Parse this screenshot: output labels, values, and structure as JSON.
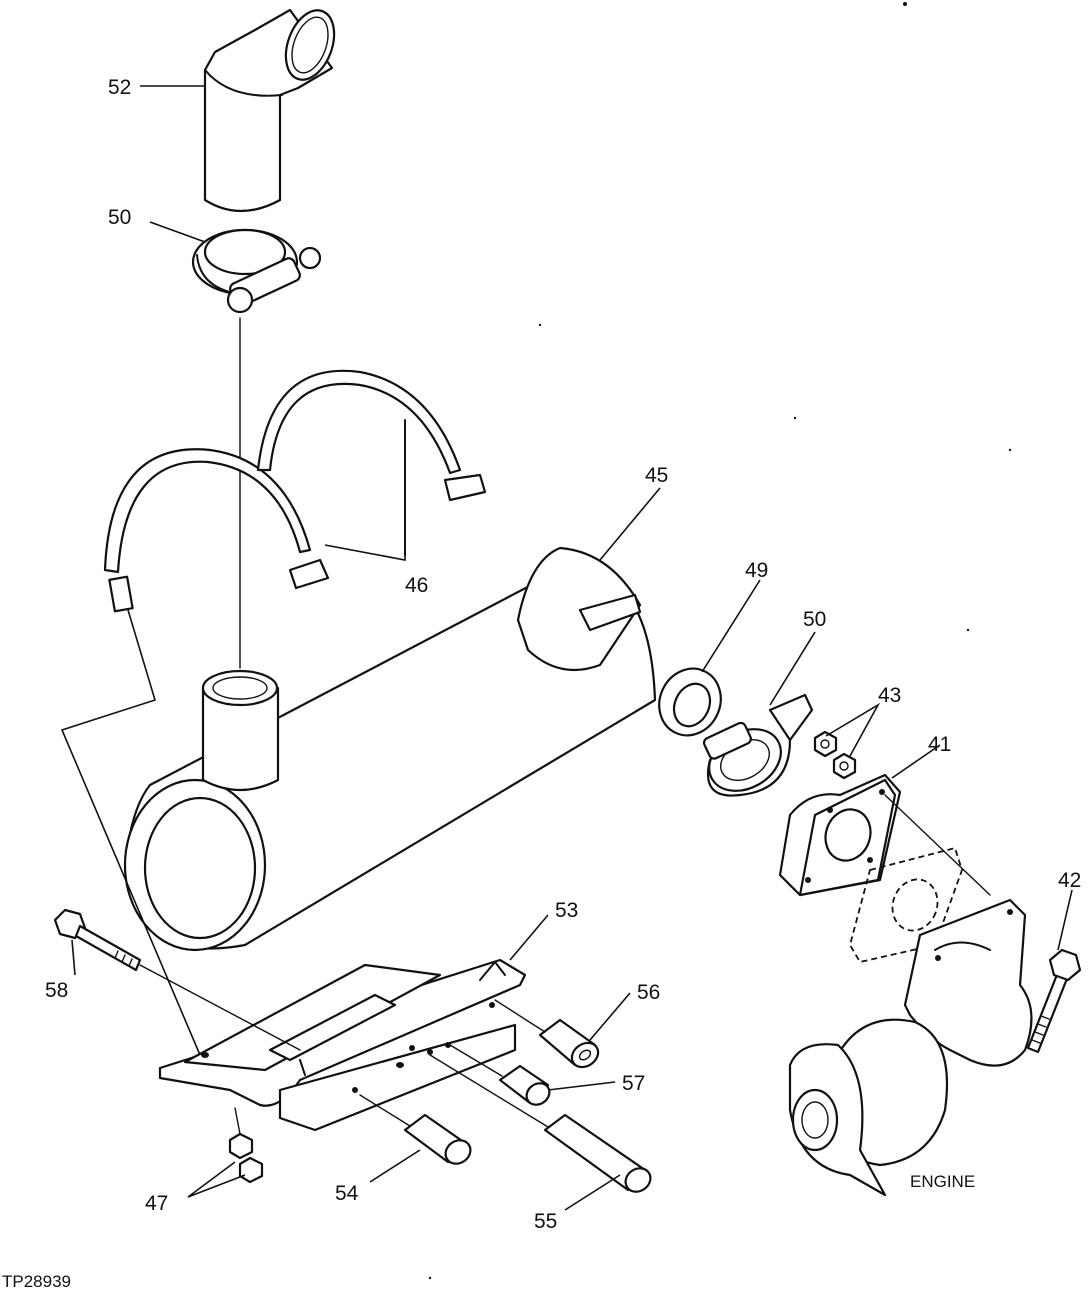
{
  "figure_id": "TP28939",
  "callouts": {
    "c52": "52",
    "c50_top": "50",
    "c45": "45",
    "c46": "46",
    "c49": "49",
    "c50_right": "50",
    "c43": "43",
    "c41": "41",
    "c42": "42",
    "c53": "53",
    "c56": "56",
    "c57": "57",
    "c58": "58",
    "c54": "54",
    "c55": "55",
    "c47": "47"
  },
  "labels": {
    "engine": "ENGINE"
  }
}
